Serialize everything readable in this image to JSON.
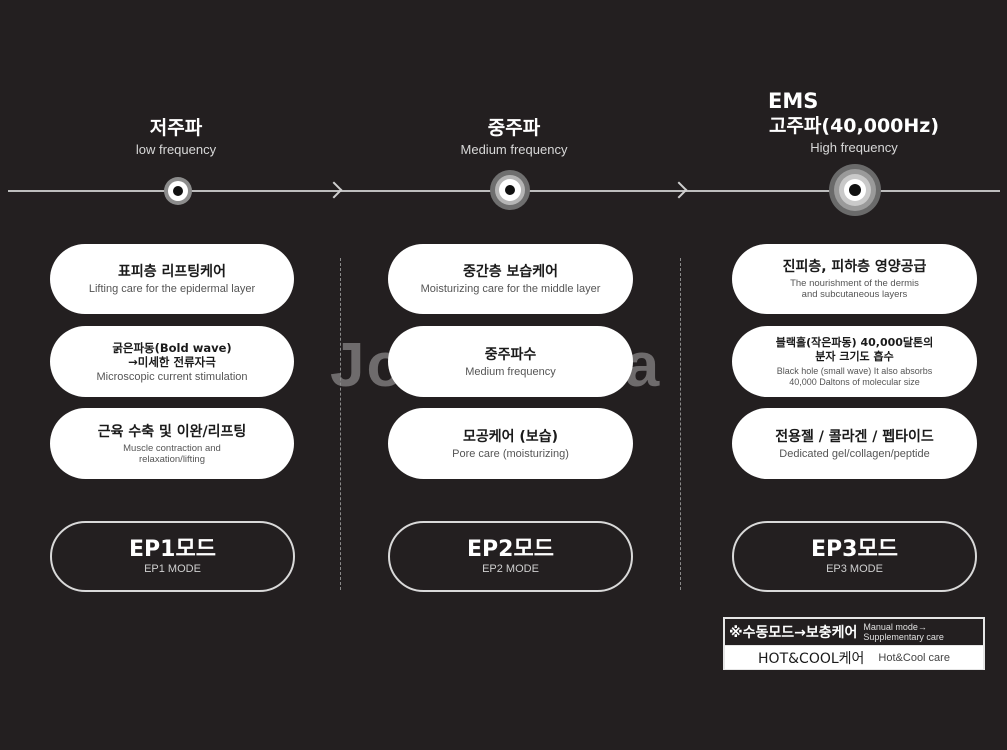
{
  "columns": [
    {
      "ems_label": "",
      "title_ko": "저주파",
      "title_en": "low frequency",
      "cards": [
        {
          "ko": "표피층 리프팅케어",
          "en": "Lifting care for the epidermal layer"
        },
        {
          "ko": "굵은파동(Bold wave)\n→미세한 전류자극",
          "ko_line1": "굵은파동(Bold wave)",
          "ko_line2": "→미세한 전류자극",
          "en": "Microscopic current stimulation"
        },
        {
          "ko": "근육 수축 및 이완/리프팅",
          "en_line1": "Muscle contraction and",
          "en_line2": "relaxation/lifting"
        }
      ],
      "mode": {
        "ko": "EP1모드",
        "en": "EP1 MODE"
      }
    },
    {
      "ems_label": "",
      "title_ko": "중주파",
      "title_en": "Medium frequency",
      "cards": [
        {
          "ko": "중간층 보습케어",
          "en": "Moisturizing care for the middle layer"
        },
        {
          "ko": "중주파수",
          "en": "Medium frequency"
        },
        {
          "ko": "모공케어 (보습)",
          "en": "Pore care (moisturizing)"
        }
      ],
      "mode": {
        "ko": "EP2모드",
        "en": "EP2 MODE"
      }
    },
    {
      "ems_label": "EMS",
      "title_ko": "고주파(40,000Hz)",
      "title_en": "High frequency",
      "cards": [
        {
          "ko": "진피층, 피하층 영양공급",
          "en_line1": "The nourishment of the dermis",
          "en_line2": "and subcutaneous layers"
        },
        {
          "ko_line1": "블랙홀(작은파동) 40,000달톤의",
          "ko_line2": "분자 크기도 흡수",
          "en_line1": "Black hole (small wave) It also absorbs",
          "en_line2": "40,000 Daltons of molecular size"
        },
        {
          "ko": "전용젤 / 콜라겐 / 펩타이드",
          "en": "Dedicated gel/collagen/peptide"
        }
      ],
      "mode": {
        "ko": "EP3모드",
        "en": "EP3 MODE"
      }
    }
  ],
  "note": {
    "row1_ko": "※수동모드→보충케어",
    "row1_en_line1": "Manual mode→",
    "row1_en_line2": "Supplementary care",
    "row2_ko": "HOT&COOL케어",
    "row2_en": "Hot&Cool care"
  },
  "watermark": "Jo          ra",
  "colors": {
    "background": "#231f20",
    "card": "#ffffff",
    "line": "#bdbdbd"
  }
}
